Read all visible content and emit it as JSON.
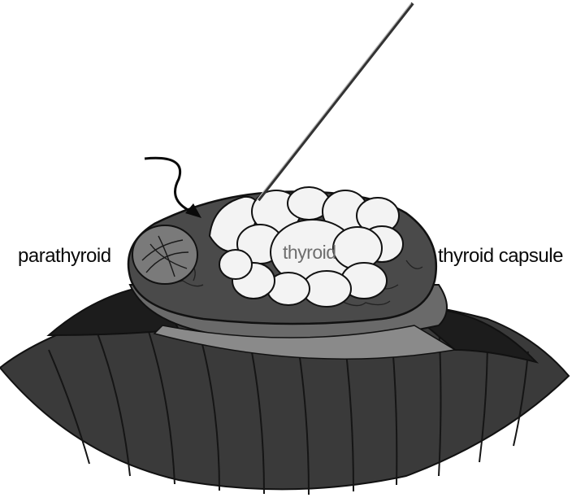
{
  "labels": {
    "parathyroid": "parathyroid",
    "thyroid": "thyroid",
    "thyroid_capsule": "thyroid capsule"
  },
  "colors": {
    "background": "#ffffff",
    "trachea": "#3c3c3c",
    "trachea_rings": "#1a1a1a",
    "capsule": "#4a4a4a",
    "gland": "#f2f2f2",
    "outline": "#111111",
    "parathyroid": "#777777"
  }
}
